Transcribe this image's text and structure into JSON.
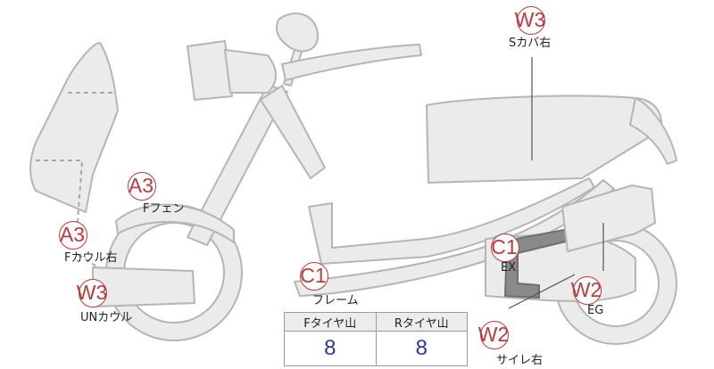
{
  "accent_color": "#c0393b",
  "value_color": "#2a3aa0",
  "markers": [
    {
      "id": "s-cover-right",
      "code": "W3",
      "label": "Sカバ右"
    },
    {
      "id": "f-fender",
      "code": "A3",
      "label": "Fフェン"
    },
    {
      "id": "f-cowl-right",
      "code": "A3",
      "label": "Fカウル右"
    },
    {
      "id": "un-cowl",
      "code": "W3",
      "label": "UNカウル"
    },
    {
      "id": "frame",
      "code": "C1",
      "label": "フレーム"
    },
    {
      "id": "ex",
      "code": "C1",
      "label": "EX"
    },
    {
      "id": "eg",
      "code": "W2",
      "label": "EG"
    },
    {
      "id": "side-right",
      "code": "W2",
      "label": "サイレ右"
    }
  ],
  "tread_table": {
    "front_header": "Fタイヤ山",
    "rear_header": "Rタイヤ山",
    "front_value": "8",
    "rear_value": "8"
  }
}
